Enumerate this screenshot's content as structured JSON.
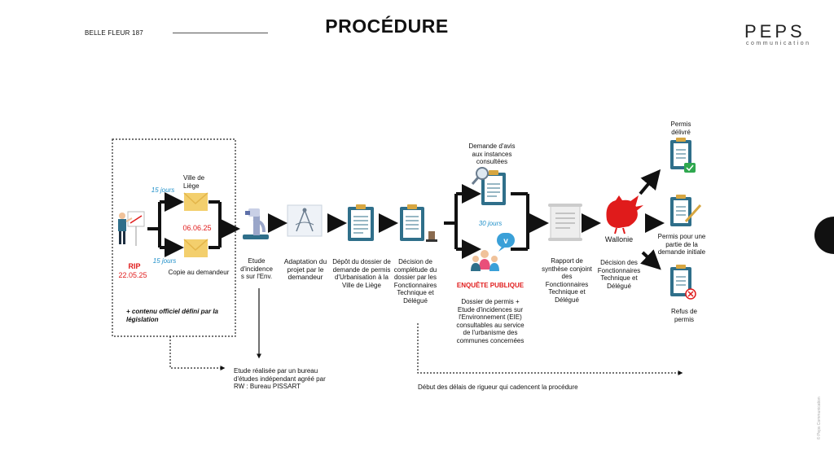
{
  "header": {
    "project": "BELLE FLEUR 187",
    "title": "PROCÉDURE",
    "logo": "PEPS",
    "logo_sub": "communication",
    "credit": "© Peps Communication"
  },
  "step1": {
    "rip_label": "RIP",
    "rip_date": "22.05.25",
    "days_top": "15 jours",
    "days_bottom": "15 jours",
    "recipient_top": "Ville de Liège",
    "date": "06.06.25",
    "recipient_bottom": "Copie au demandeur",
    "note": "+ contenu officiel défini par la législation"
  },
  "step2": {
    "label": "Etude d'incidence s sur l'Env.",
    "note": "Etude réalisée par un bureau d'études indépendant agréé par RW : Bureau PISSART"
  },
  "step3": {
    "label": "Adaptation du projet par le demandeur"
  },
  "step4": {
    "label": "Dépôt du dossier de demande de permis d'Urbanisation à la Ville de Liège"
  },
  "step5": {
    "label": "Décision de complétude du dossier par les Fonctionnaires Technique et Délégué",
    "timeline": "Début des délais de rigueur qui cadencent la procédure"
  },
  "step6": {
    "top_label": "Demande d'avis aux instances consultées",
    "days": "30 jours",
    "enquete_title": "ENQUÊTE PUBLIQUE",
    "enquete_text": "Dossier de permis + Etude d'incidences sur l'Environnement (EIE) consultables au service de l'urbanisme des communes concernées"
  },
  "step7": {
    "label": "Rapport de synthèse conjoint des Fonctionnaires Technique et Délégué"
  },
  "step8": {
    "logo_text": "Wallonie",
    "label": "Décision des Fonctionnaires Technique et Délégué"
  },
  "outcomes": {
    "granted": "Permis délivré",
    "partial": "Permis pour une partie de la demande initiale",
    "refused": "Refus de permis"
  },
  "colors": {
    "red": "#e01b1b",
    "blue": "#1e8fc9",
    "teal": "#2f6f8a",
    "green": "#2fa84f",
    "envelope": "#f3cf6d"
  }
}
